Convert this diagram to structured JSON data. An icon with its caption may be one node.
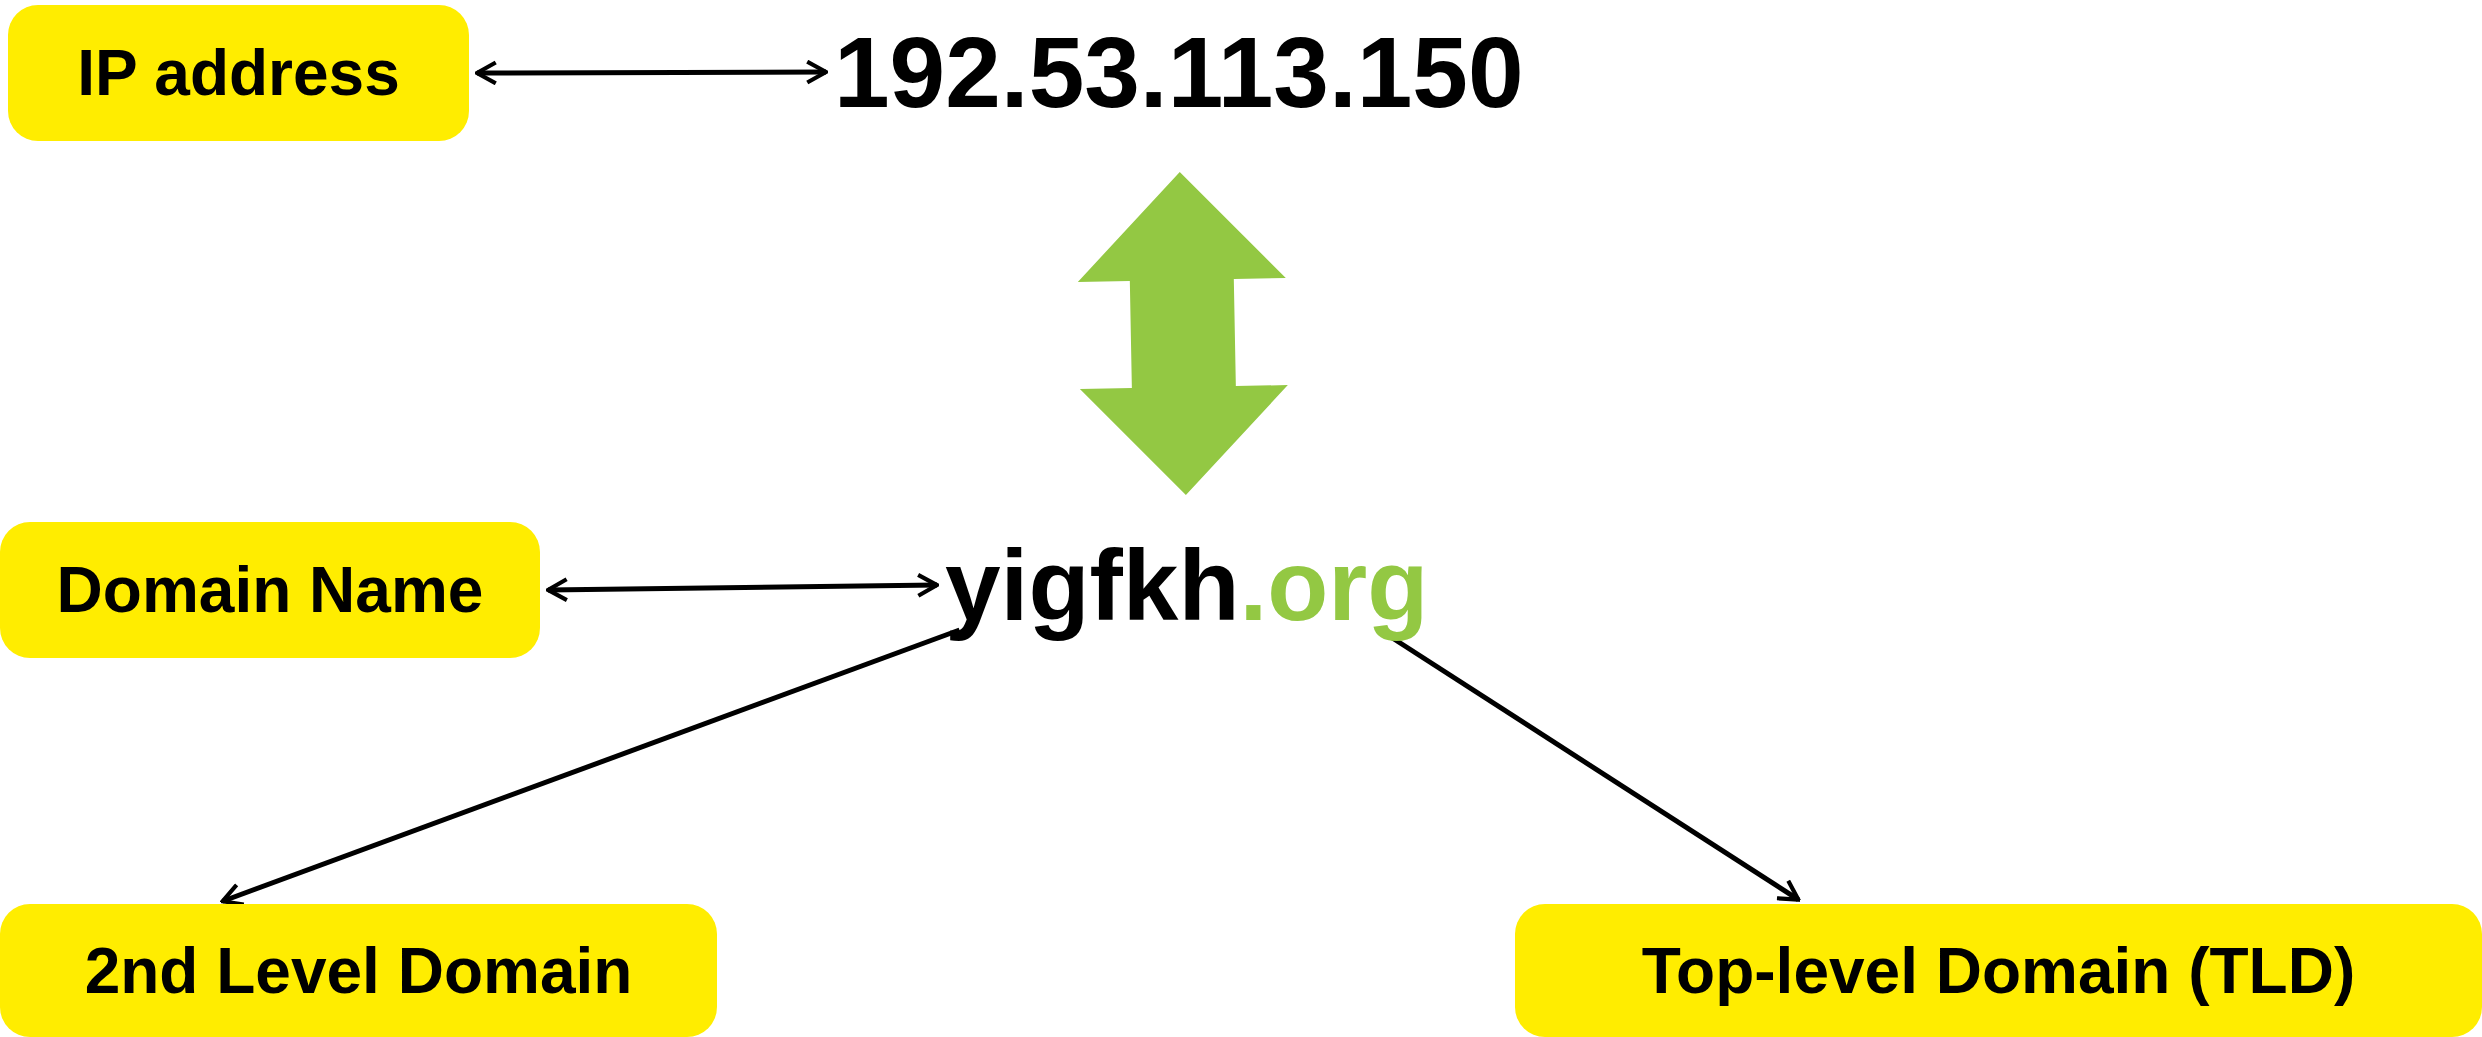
{
  "diagram": {
    "nodes": [
      {
        "text": [
          "IP address"
        ]
      },
      {
        "text": [
          "192.53.113.150"
        ]
      },
      {
        "text": [
          "yigfkh",
          ".org"
        ]
      },
      {
        "text": [
          "Domain Name"
        ]
      },
      {
        "text": [
          "2nd Level Domain"
        ]
      },
      {
        "text": [
          "Top-level Domain (TLD)"
        ]
      }
    ],
    "edges": [
      {
        "from": 0,
        "to": 1,
        "arrow": "both"
      },
      {
        "from": 1,
        "to": 2,
        "arrow": "both",
        "style": "thick",
        "color": "#93c843"
      },
      {
        "from": 3,
        "to": 2,
        "arrow": "both"
      },
      {
        "from": 2,
        "to": 4,
        "arrow": "to"
      },
      {
        "from": 2,
        "to": 5,
        "arrow": "to"
      }
    ]
  }
}
